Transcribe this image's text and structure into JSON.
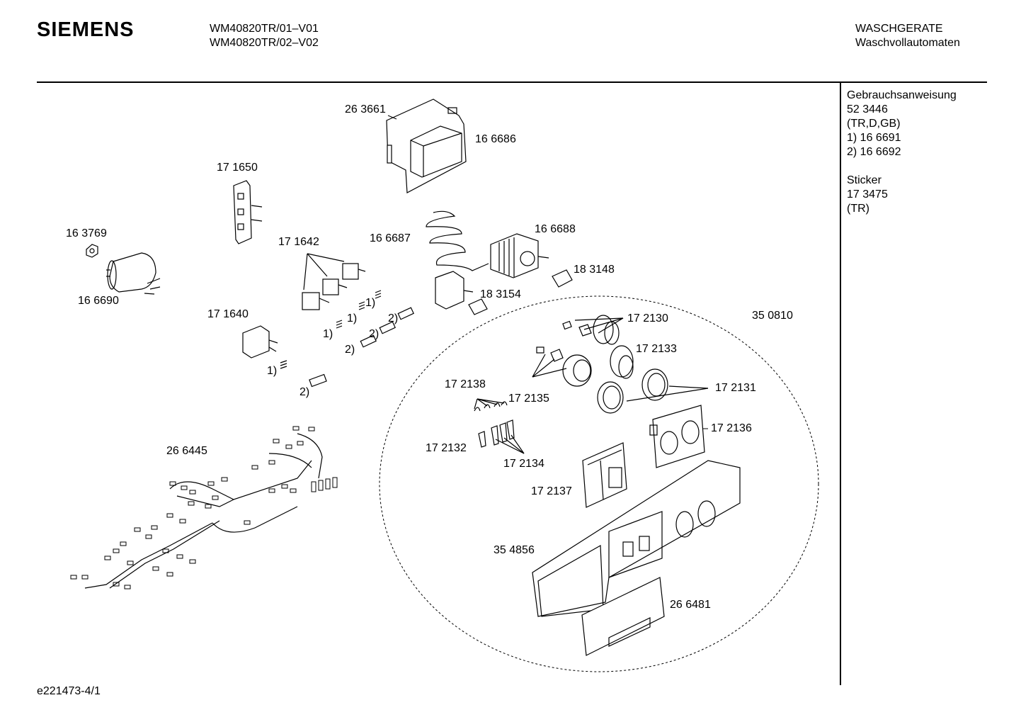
{
  "header": {
    "brand": "SIEMENS",
    "models": [
      "WM40820TR/01–V01",
      "WM40820TR/02–V02"
    ],
    "category": "WASCHGERATE",
    "subcategory": "Waschvollautomaten"
  },
  "sidebar": {
    "lines": [
      "Gebrauchsanweisung",
      "52 3446",
      "(TR,D,GB)",
      "1)  16 6691",
      "2)  16 6692"
    ],
    "lines2": [
      "Sticker",
      "17 3475",
      "(TR)"
    ]
  },
  "labels": {
    "p263661": "26 3661",
    "p166686": "16 6686",
    "p171650": "17 1650",
    "p163769": "16 3769",
    "p166690": "16 6690",
    "p171642": "17 1642",
    "p166687": "16 6687",
    "p166688": "16 6688",
    "p183148": "18 3148",
    "p183154": "18 3154",
    "p171640": "17 1640",
    "p350810": "35 0810",
    "p172130": "17 2130",
    "p172133": "17 2133",
    "p172138": "17 2138",
    "p172135": "17 2135",
    "p172131": "17 2131",
    "p172136": "17 2136",
    "p172132": "17 2132",
    "p172134": "17 2134",
    "p266445": "26 6445",
    "p172137": "17 2137",
    "p354856": "35 4856",
    "p266481": "26 6481",
    "n1a": "1)",
    "n1b": "1)",
    "n1c": "1)",
    "n1d": "1)",
    "n2a": "2)",
    "n2b": "2)",
    "n2c": "2)",
    "n2d": "2)"
  },
  "footer": {
    "code": "e221473-4/1"
  }
}
